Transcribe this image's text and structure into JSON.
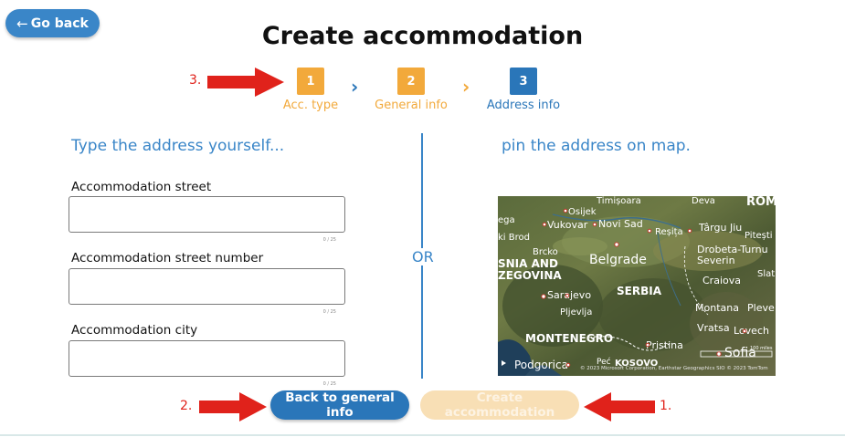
{
  "header": {
    "back_label": "Go back",
    "back_arrow": "←",
    "title": "Create accommodation"
  },
  "stepper": {
    "steps": [
      {
        "number": "1",
        "label": "Acc. type",
        "color": "#f2a93b"
      },
      {
        "number": "2",
        "label": "General info",
        "color": "#f2a93b"
      },
      {
        "number": "3",
        "label": "Address info",
        "color": "#2a76b9"
      }
    ],
    "chevron": "›",
    "chevron_colors": [
      "#2a76b9",
      "#f2a93b"
    ]
  },
  "left_panel": {
    "title": "Type the address yourself...",
    "fields": [
      {
        "label": "Accommodation street",
        "value": "",
        "counter": "0 / 25"
      },
      {
        "label": "Accommodation street number",
        "value": "",
        "counter": "0 / 25"
      },
      {
        "label": "Accommodation city",
        "value": "",
        "counter": "0 / 25"
      }
    ]
  },
  "separator": {
    "label": "OR"
  },
  "right_panel": {
    "title": "pin the address on map.",
    "map": {
      "places": [
        "Timișoara",
        "Deva",
        "ROM",
        "Osijek",
        "Vukovar",
        "Novi Sad",
        "Reșița",
        "Târgu Jiu",
        "Pitești",
        "Brod",
        "Brcko",
        "Belgrade",
        "Drobeta-Turnu",
        "Severin",
        "SNIA AND",
        "ZEGOVINA",
        "Craiova",
        "Slat",
        "SERBIA",
        "Sarajevo",
        "Pljevlja",
        "Montana",
        "Pleve",
        "Vratsa",
        "Lovech",
        "MONTENEGRO",
        "Pristina",
        "Sofia",
        "KOSOVO",
        "Podgorica",
        "Peć",
        "ega",
        "ki Brod"
      ],
      "scale_label": "100 miles",
      "attribution": "© 2023 Microsoft Corporation, Earthstar Geographics SIO  © 2023 TomTom"
    }
  },
  "actions": {
    "back_label": "Back to general info",
    "create_label": "Create accommodation"
  },
  "annotations": {
    "marker_1": "1.",
    "marker_2": "2.",
    "marker_3": "3.",
    "color": "#e0221b"
  }
}
